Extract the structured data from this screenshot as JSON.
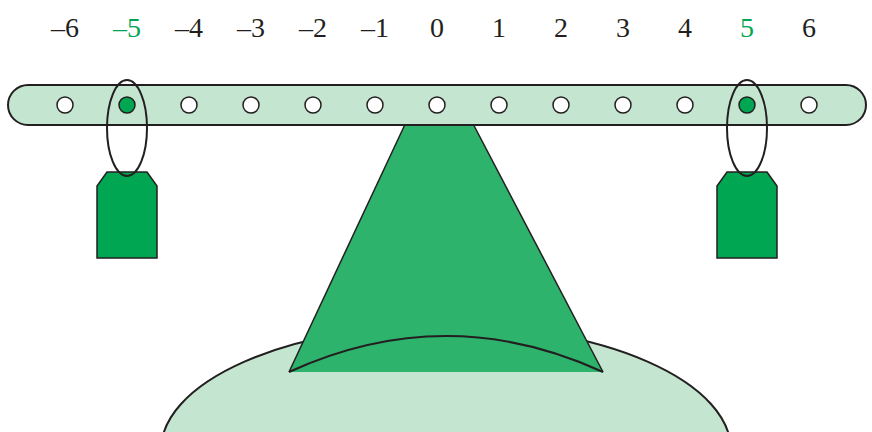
{
  "diagram": {
    "labels": [
      "–6",
      "–5",
      "–4",
      "–3",
      "–2",
      "–1",
      "0",
      "1",
      "2",
      "3",
      "4",
      "5",
      "6"
    ]
  }
}
